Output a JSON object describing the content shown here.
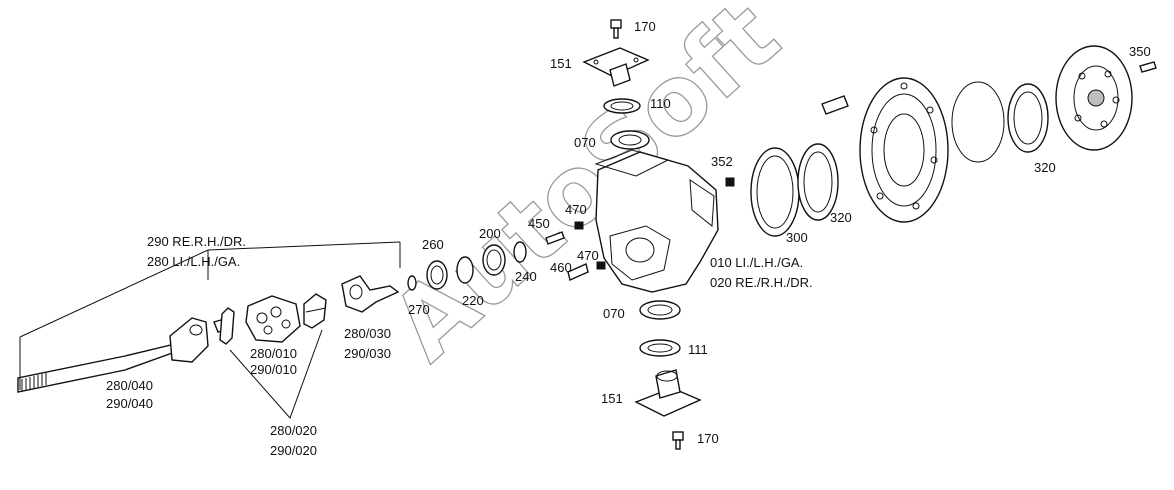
{
  "watermark": "AutoSoft",
  "labels": {
    "l170_top": "170",
    "l151_top": "151",
    "l110": "110",
    "l070_top": "070",
    "l352": "352",
    "l350": "350",
    "l320_a": "320",
    "l320_b": "320",
    "l300": "300",
    "l010": "010 LI./L.H./GA.",
    "l020": "020 RE./R.H./DR.",
    "l450": "450",
    "l470_a": "470",
    "l470_b": "470",
    "l460": "460",
    "l200": "200",
    "l260": "260",
    "l240": "240",
    "l220": "220",
    "l270": "270",
    "l290re": "290 RE.R.H./DR.",
    "l280li": "280 LI./L.H./GA.",
    "l280_030": "280/030",
    "l290_030": "290/030",
    "l280_010": "280/010",
    "l290_010": "290/010",
    "l280_040": "280/040",
    "l290_040": "290/040",
    "l280_020": "280/020",
    "l290_020": "290/020",
    "l070_bot": "070",
    "l111": "111",
    "l151_bot": "151",
    "l170_bot": "170"
  }
}
